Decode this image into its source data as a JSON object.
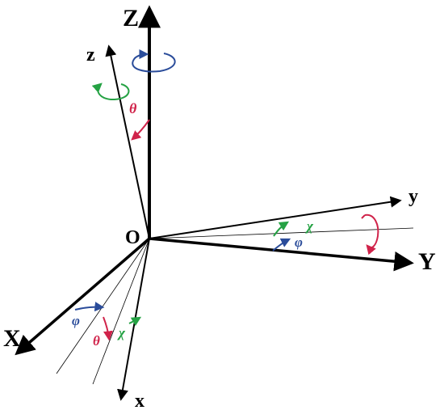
{
  "diagram": {
    "axes": {
      "Z": "Z",
      "Y": "Y",
      "X": "X",
      "z": "z",
      "y": "y",
      "x": "x"
    },
    "origin": "O",
    "angles": {
      "theta": "θ",
      "phi": "φ",
      "chi": "χ"
    },
    "colors": {
      "axis": "#000000",
      "theta": "#d0234a",
      "phi": "#2a4c9a",
      "chi": "#25a244"
    }
  }
}
